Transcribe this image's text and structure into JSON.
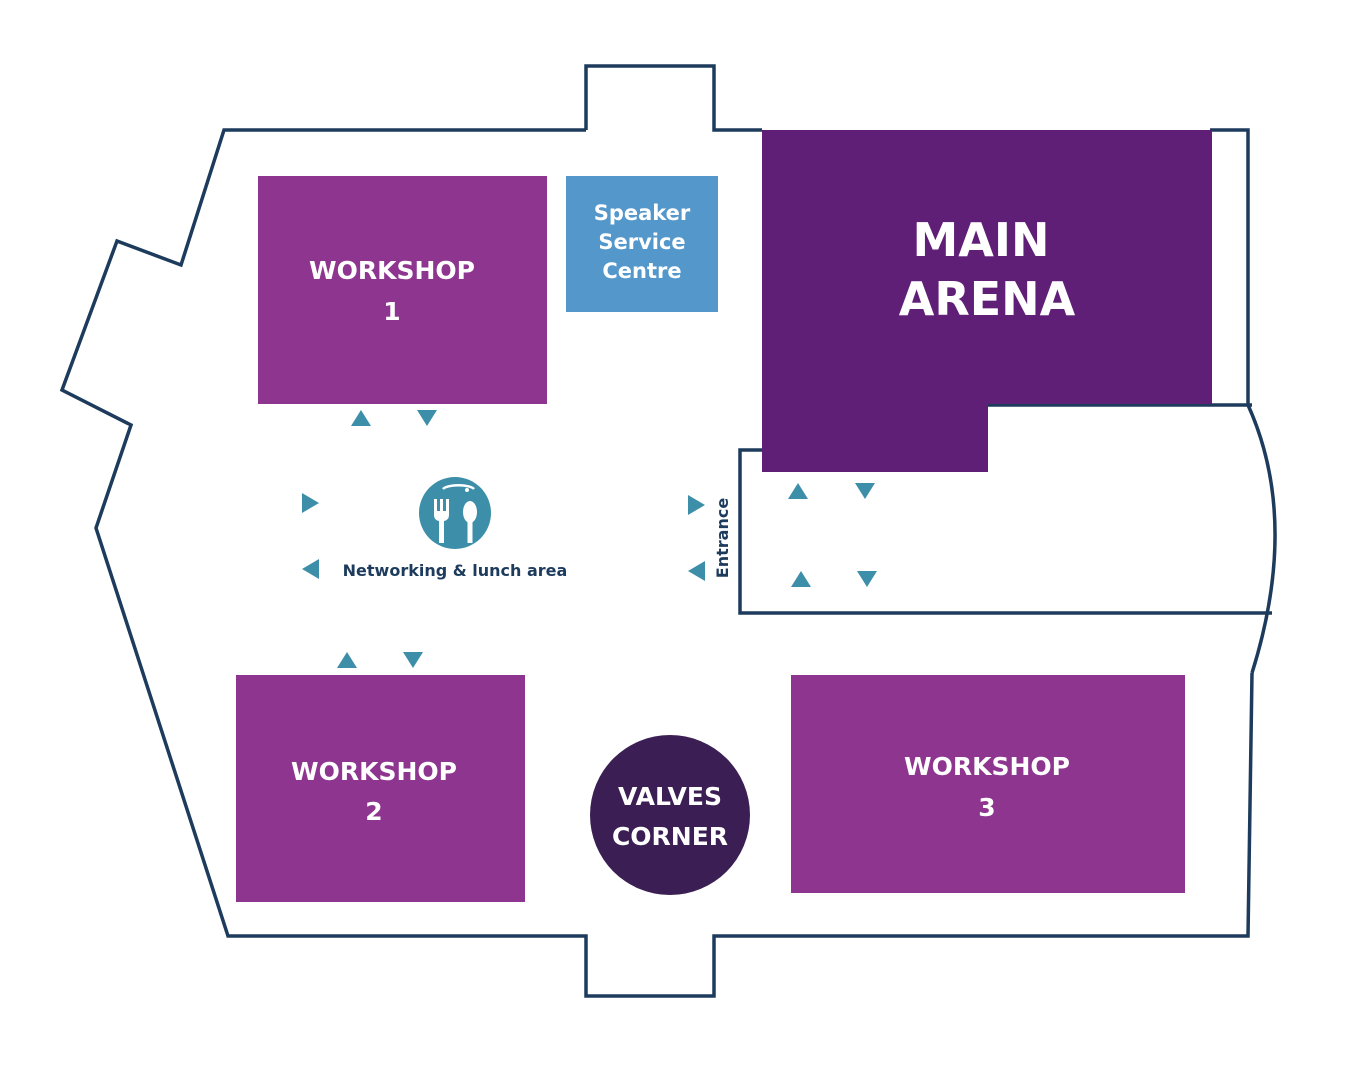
{
  "rooms": {
    "workshop1": {
      "line1": "WORKSHOP",
      "line2": "1"
    },
    "workshop2": {
      "line1": "WORKSHOP",
      "line2": "2"
    },
    "workshop3": {
      "line1": "WORKSHOP",
      "line2": "3"
    },
    "main_arena": {
      "line1": "MAIN",
      "line2": "ARENA"
    },
    "speaker_service": {
      "line1": "Speaker",
      "line2": "Service",
      "line3": "Centre"
    },
    "valves_corner": {
      "line1": "VALVES",
      "line2": "CORNER"
    }
  },
  "labels": {
    "networking": "Networking & lunch area",
    "entrance": "Entrance"
  },
  "icons": {
    "dining": "fork-and-spoon-icon",
    "arrow_up": "triangle-up-icon",
    "arrow_down": "triangle-down-icon",
    "arrow_right": "triangle-right-icon",
    "arrow_left": "triangle-left-icon"
  },
  "colors": {
    "outline": "#1d3b5c",
    "workshop": "#8e3590",
    "main_arena": "#601f76",
    "speaker_service": "#5497cb",
    "valves_corner": "#3b1f54",
    "arrow": "#3d8ea8",
    "dining_icon": "#3d8ea8"
  }
}
